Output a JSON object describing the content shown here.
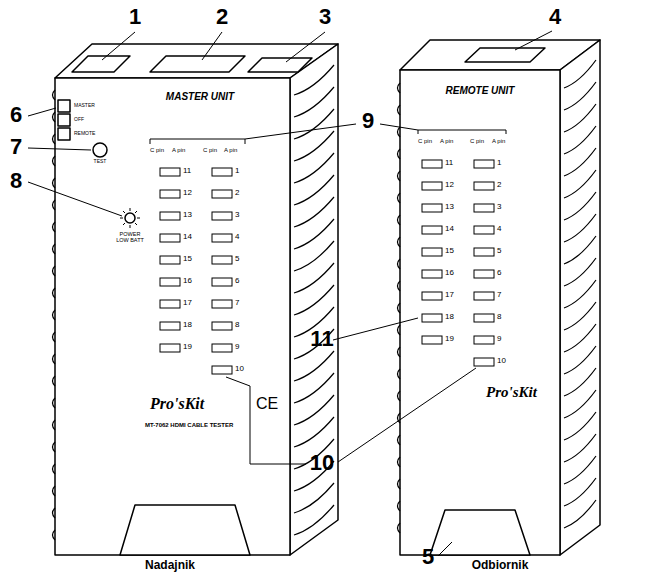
{
  "diagram": {
    "labels": [
      "1",
      "2",
      "3",
      "4",
      "5",
      "6",
      "7",
      "8",
      "9",
      "10",
      "11",
      "MASTER UNIT",
      "C pin",
      "A pin",
      "C pin",
      "A pin",
      "MASTER",
      "OFF",
      "REMOTE",
      "TEST",
      "POWER LOW BATT",
      "11",
      "12",
      "13",
      "14",
      "15",
      "16",
      "17",
      "18",
      "19",
      "1",
      "2",
      "3",
      "4",
      "5",
      "6",
      "7",
      "8",
      "9",
      "10",
      "Pro'sKit",
      "CE",
      "MT-7062 HDMI CABLE TESTER",
      "REMOTE UNIT",
      "C pin",
      "A pin",
      "C pin",
      "A pin",
      "11",
      "12",
      "13",
      "14",
      "15",
      "16",
      "17",
      "18",
      "19",
      "1",
      "2",
      "3",
      "4",
      "5",
      "6",
      "7",
      "8",
      "9",
      "10",
      "Pro'sKit",
      "Nadajnik",
      "Odbiornik"
    ]
  }
}
